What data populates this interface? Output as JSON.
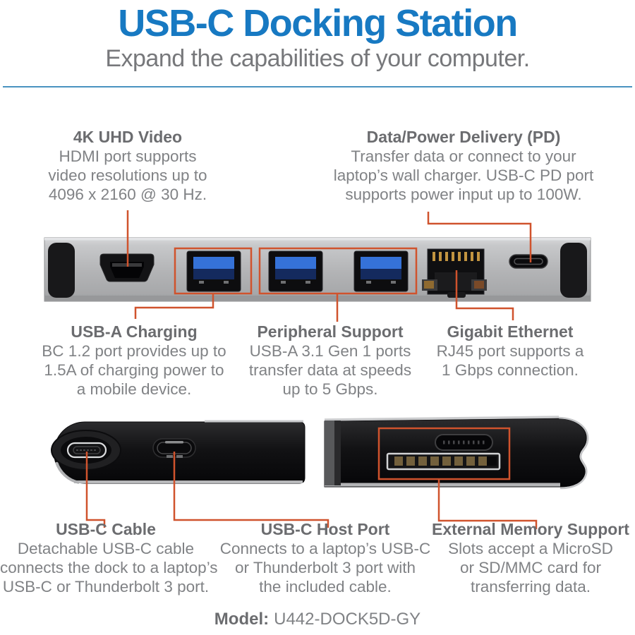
{
  "header": {
    "title": "USB-C Docking Station",
    "subtitle": "Expand the capabilities of your computer."
  },
  "callouts": {
    "top": [
      {
        "heading": "4K UHD Video",
        "lines": [
          "HDMI port supports",
          "video resolutions up to",
          "4096 x 2160 @ 30 Hz."
        ]
      },
      {
        "heading": "Data/Power Delivery (PD)",
        "lines": [
          "Transfer data or connect to your",
          "laptop’s wall charger. USB-C PD port",
          "supports power input up to 100W."
        ]
      }
    ],
    "middle": [
      {
        "heading": "USB-A Charging",
        "lines": [
          "BC 1.2 port provides up to",
          "1.5A of charging power to",
          "a mobile device."
        ]
      },
      {
        "heading": "Peripheral Support",
        "lines": [
          "USB-A 3.1 Gen 1 ports",
          "transfer data at speeds",
          "up to 5 Gbps."
        ]
      },
      {
        "heading": "Gigabit Ethernet",
        "lines": [
          "RJ45 port supports a",
          "1 Gbps connection."
        ]
      }
    ],
    "bottom": [
      {
        "heading": "USB-C Cable",
        "lines": [
          "Detachable USB-C cable",
          "connects the dock to a laptop’s",
          "USB-C or Thunderbolt 3 port."
        ]
      },
      {
        "heading": "USB-C Host Port",
        "lines": [
          "Connects to a laptop’s USB-C",
          "or Thunderbolt 3 port with",
          "the included cable."
        ]
      },
      {
        "heading": "External Memory Support",
        "lines": [
          "Slots accept a MicroSD",
          "or SD/MMC card for",
          "transferring data."
        ]
      }
    ]
  },
  "model": {
    "label": "Model:",
    "value": "U442-DOCK5D-GY"
  },
  "colors": {
    "title_blue": "#1779c2",
    "subtitle_gray": "#77787b",
    "heading_gray": "#6b6c6f",
    "body_gray": "#808285",
    "callout_orange": "#d0532d",
    "divider_blue": "#4a93c0"
  },
  "icons": {
    "front_ports": [
      "hdmi-port",
      "usb-a-port-charging",
      "usb-a-port-1",
      "usb-a-port-2",
      "rj45-port",
      "usb-c-pd-port"
    ],
    "rear_ports": [
      "usb-c-cable-plug",
      "usb-c-host-port",
      "memory-card-slots"
    ]
  }
}
